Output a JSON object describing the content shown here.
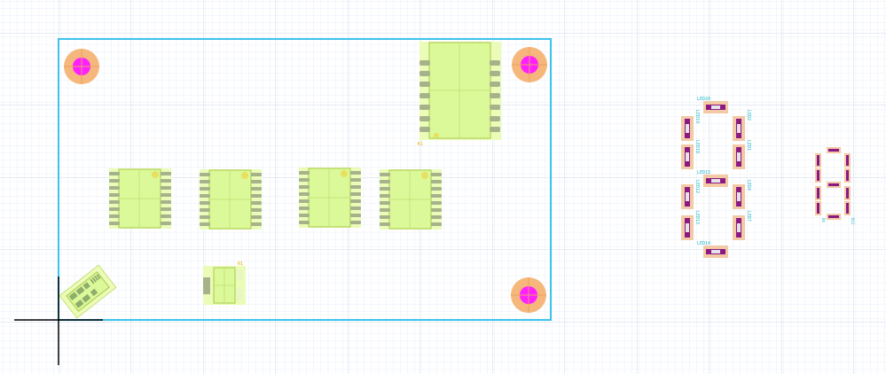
{
  "app": {
    "view": "PCB layout editor canvas"
  },
  "colors": {
    "grid_minor": "#e8eef7",
    "grid_major": "#cfd9e8",
    "board_outline": "#3cc3ec",
    "pad_ring": "#f6b77c",
    "pad_center": "#ff1fff",
    "ic_body": "#dcf99a",
    "ic_outline": "#a9c84a",
    "pin": "#a6b38a",
    "led_body": "#f3c9a6",
    "led_pad": "#8a1a82",
    "led_label": "#1fb7c9",
    "designator": "#e0b400",
    "origin": "#000000"
  },
  "mounting_holes": [
    "hole-top-left",
    "hole-top-right",
    "hole-bottom-right"
  ],
  "designators": {
    "relay": "K1",
    "small_part": "R1"
  },
  "leds_big": {
    "top": "LED20",
    "upper_left_a": "LED19",
    "upper_left_b": "LED18",
    "upper_right_a": "LED2",
    "upper_right_b": "LED1",
    "middle": "LED15",
    "lower_left_a": "LED12",
    "lower_left_b": "LED13",
    "lower_right_a": "LED4",
    "lower_right_b": "LED7",
    "bottom": "LED14"
  },
  "leds_small": {
    "left": "D8",
    "right": "D12"
  }
}
